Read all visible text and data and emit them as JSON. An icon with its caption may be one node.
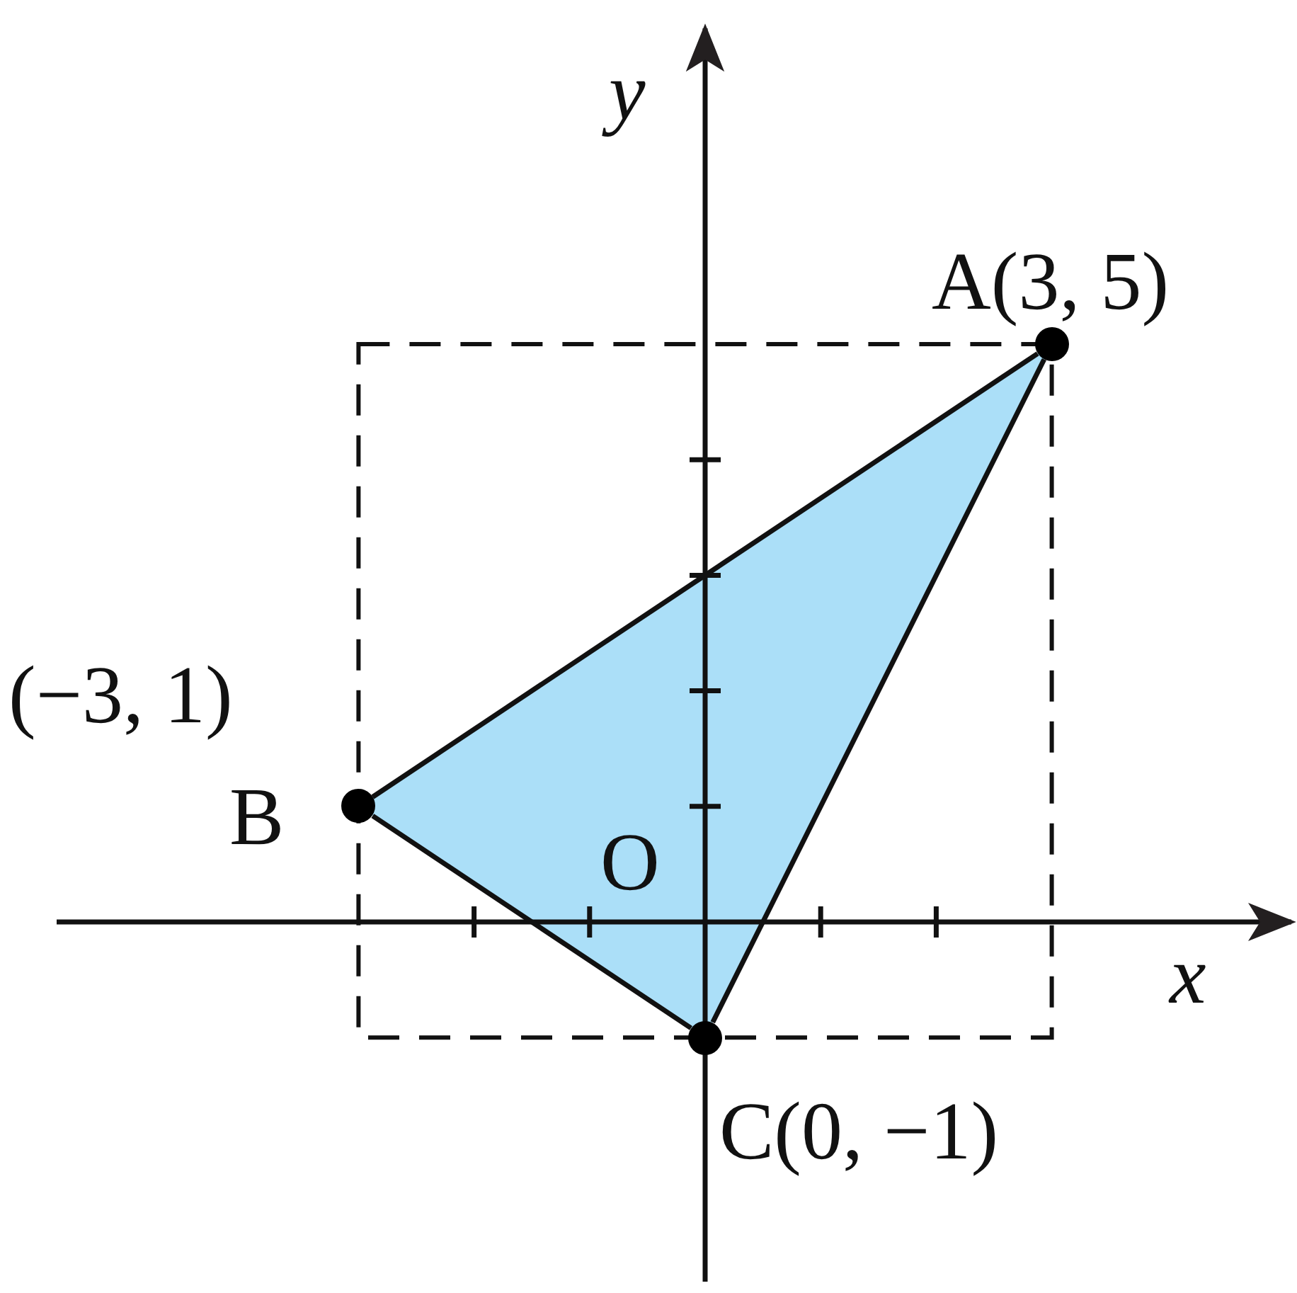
{
  "diagram": {
    "nodes": [
      {
        "text": [],
        "shape": "circle",
        "beside": [
          "A(3, 5)"
        ]
      },
      {
        "text": [],
        "shape": "circle",
        "beside": [
          "(−3, 1)",
          "B"
        ]
      },
      {
        "text": [],
        "shape": "circle",
        "beside": [
          "C(0, −1)"
        ]
      }
    ],
    "edges": [
      {
        "from": 0,
        "to": 1,
        "arrow": "none"
      },
      {
        "from": 1,
        "to": 2,
        "arrow": "none"
      },
      {
        "from": 2,
        "to": 0,
        "arrow": "none"
      }
    ],
    "labels": [
      "y",
      "O",
      "x"
    ]
  }
}
